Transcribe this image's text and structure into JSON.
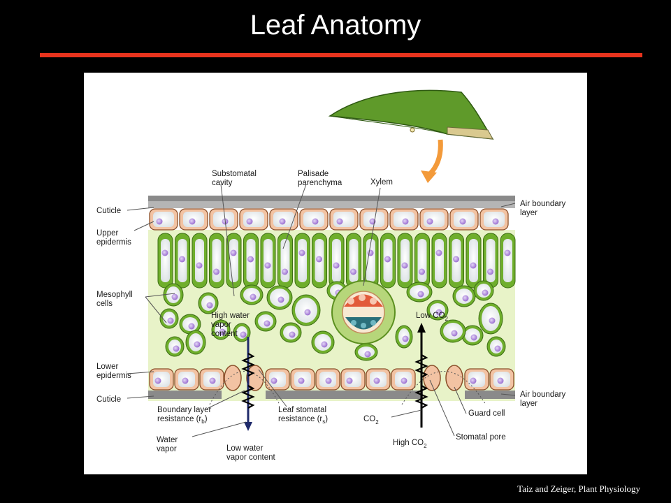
{
  "slide": {
    "title": "Leaf Anatomy",
    "credit": "Taiz and Zeiger, Plant Physiology"
  },
  "diagram": {
    "labels": {
      "substomatal_cavity": [
        "Substomatal",
        "cavity"
      ],
      "palisade": [
        "Palisade",
        "parenchyma"
      ],
      "xylem": "Xylem",
      "cuticle_top": "Cuticle",
      "upper_epidermis": [
        "Upper",
        "epidermis"
      ],
      "mesophyll": [
        "Mesophyll",
        "cells"
      ],
      "air_boundary_top": [
        "Air boundary",
        "layer"
      ],
      "high_water": [
        "High water",
        "vapor",
        "content"
      ],
      "low_co2": "Low CO",
      "lower_epidermis": [
        "Lower",
        "epidermis"
      ],
      "cuticle_bottom": "Cuticle",
      "boundary_resistance": [
        "Boundary layer",
        "resistance (r",
        "b",
        ")"
      ],
      "stomatal_resistance": [
        "Leaf stomatal",
        "resistance (r",
        "s",
        ")"
      ],
      "co2": "CO",
      "air_boundary_bottom": [
        "Air boundary",
        "layer"
      ],
      "guard_cell": "Guard cell",
      "water_vapor": [
        "Water",
        "vapor"
      ],
      "low_water": [
        "Low water",
        "vapor content"
      ],
      "high_co2": "High CO",
      "stomatal_pore": "Stomatal pore",
      "subscript_2": "2"
    },
    "colors": {
      "cuticle": "#8a8a8a",
      "epidermis": "#f2c3a3",
      "palisade": "#6fae2c",
      "mesophyll_bg": "#e8f3c8",
      "nucleus": "#a27ad3",
      "arrow": "#1f2a6b",
      "leaf_pointer": "#f39a3a"
    }
  }
}
